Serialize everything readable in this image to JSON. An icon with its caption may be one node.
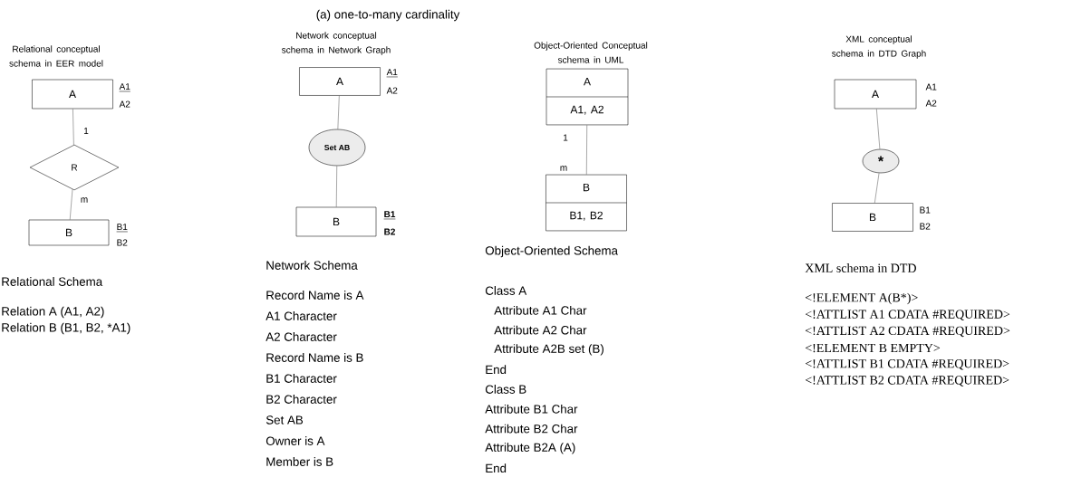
{
  "diagram": {
    "title": "(a) one-to-many cardinality",
    "nodes": [
      {
        "text": [
          "A"
        ],
        "beside": [
          "A1",
          "A2"
        ]
      },
      {
        "text": [
          "R"
        ]
      },
      {
        "text": [
          "B"
        ],
        "beside": [
          "B1",
          "B2"
        ]
      },
      {
        "text": [
          "A"
        ],
        "beside": [
          "A1",
          "A2"
        ]
      },
      {
        "text": [
          "Set AB"
        ]
      },
      {
        "text": [
          "B"
        ],
        "beside": [
          "B1",
          "B2"
        ]
      },
      {
        "text": [
          "A",
          "A1, A2"
        ]
      },
      {
        "text": [
          "B",
          "B1, B2"
        ]
      },
      {
        "text": [
          "A"
        ],
        "beside": [
          "A1",
          "A2"
        ]
      },
      {
        "text": [
          "*"
        ]
      },
      {
        "text": [
          "B"
        ],
        "beside": [
          "B1",
          "B2"
        ]
      }
    ],
    "edges": [
      {
        "from": 0,
        "to": 1,
        "arrow": "none",
        "label": "1"
      },
      {
        "from": 1,
        "to": 2,
        "arrow": "none",
        "label": "m"
      },
      {
        "from": 3,
        "to": 4,
        "arrow": "none"
      },
      {
        "from": 4,
        "to": 5,
        "arrow": "none"
      },
      {
        "from": 6,
        "to": 7,
        "arrow": "none"
      },
      {
        "from": 8,
        "to": 9,
        "arrow": "none"
      },
      {
        "from": 9,
        "to": 10,
        "arrow": "none"
      }
    ],
    "labels": [
      "Relational conceptual schema in EER model",
      "Network conceptual schema in Network Graph",
      "Object-Oriented Conceptual schema in UML",
      "XML conceptual schema in DTD Graph",
      "1",
      "m",
      "Relational Schema",
      "Relation A (A1, A2)",
      "Relation B (B1, B2, *A1)",
      "Network Schema",
      "Record Name is A",
      "A1   Character",
      "A2  Character",
      "Record Name is B",
      "B1   Character",
      "B2  Character",
      "Set AB",
      "Owner is A",
      "Member is B",
      "Object-Oriented Schema",
      "Class A",
      "Attribute A1 Char",
      "Attribute A2 Char",
      "Attribute A2B  set (B)",
      "End",
      "Class B",
      "Attribute B1 Char",
      "Attribute B2 Char",
      "Attribute B2A (A)",
      "End",
      "XML schema in DTD",
      "<!ELEMENT A(B*)>",
      "<!ATTLIST A1 CDATA #REQUIRED>",
      "<!ATTLIST A2 CDATA #REQUIRED>",
      "<!ELEMENT B EMPTY>",
      "<!ATTLIST B1 CDATA #REQUIRED>",
      "<!ATTLIST B2 CDATA #REQUIRED>"
    ]
  }
}
